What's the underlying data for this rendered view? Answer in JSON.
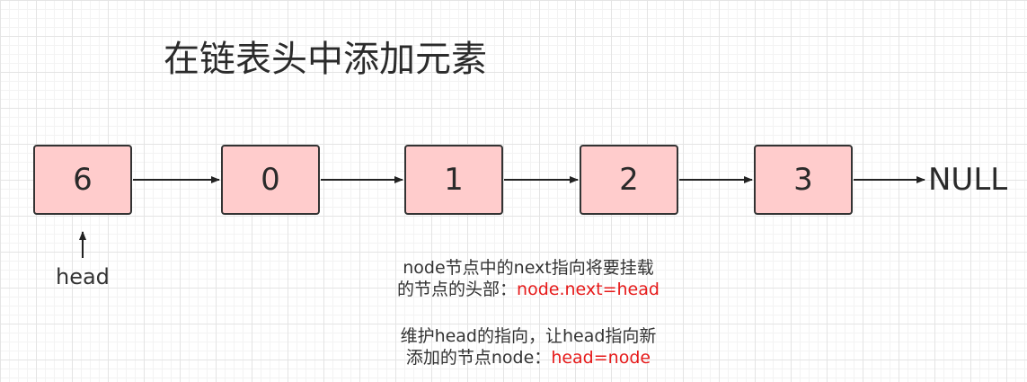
{
  "title": "在链表头中添加元素",
  "nodes": [
    "6",
    "0",
    "1",
    "2",
    "3"
  ],
  "null_label": "NULL",
  "head_label": "head",
  "note1": {
    "line1": "node节点中的next指向将要挂载",
    "line2_prefix": "的节点的头部：",
    "line2_code": "node.next=head"
  },
  "note2": {
    "line1": "维护head的指向，让head指向新",
    "line2_prefix": "添加的节点node：",
    "line2_code": "head=node"
  },
  "colors": {
    "node_fill": "#ffcccc",
    "node_border": "#333333",
    "code_highlight": "#e61a1a"
  }
}
